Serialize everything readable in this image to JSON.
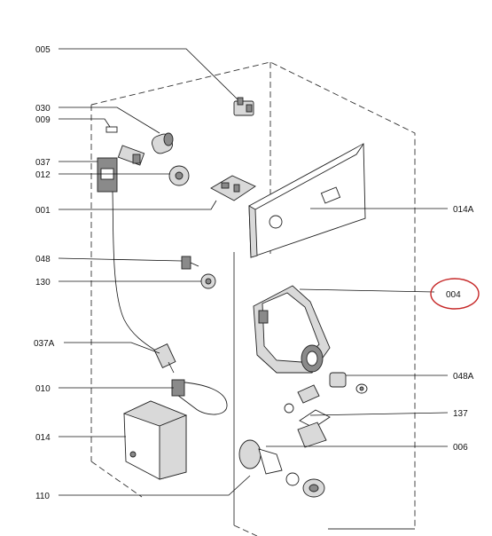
{
  "labels": {
    "p005": "005",
    "p030": "030",
    "p009": "009",
    "p037": "037",
    "p012": "012",
    "p001": "001",
    "p014A": "014A",
    "p048": "048",
    "p130": "130",
    "p004": "004",
    "p037A": "037A",
    "p048A": "048A",
    "p010": "010",
    "p137": "137",
    "p014": "014",
    "p006": "006",
    "p110": "110"
  },
  "highlight": {
    "part": "004",
    "color": "#c62828"
  }
}
